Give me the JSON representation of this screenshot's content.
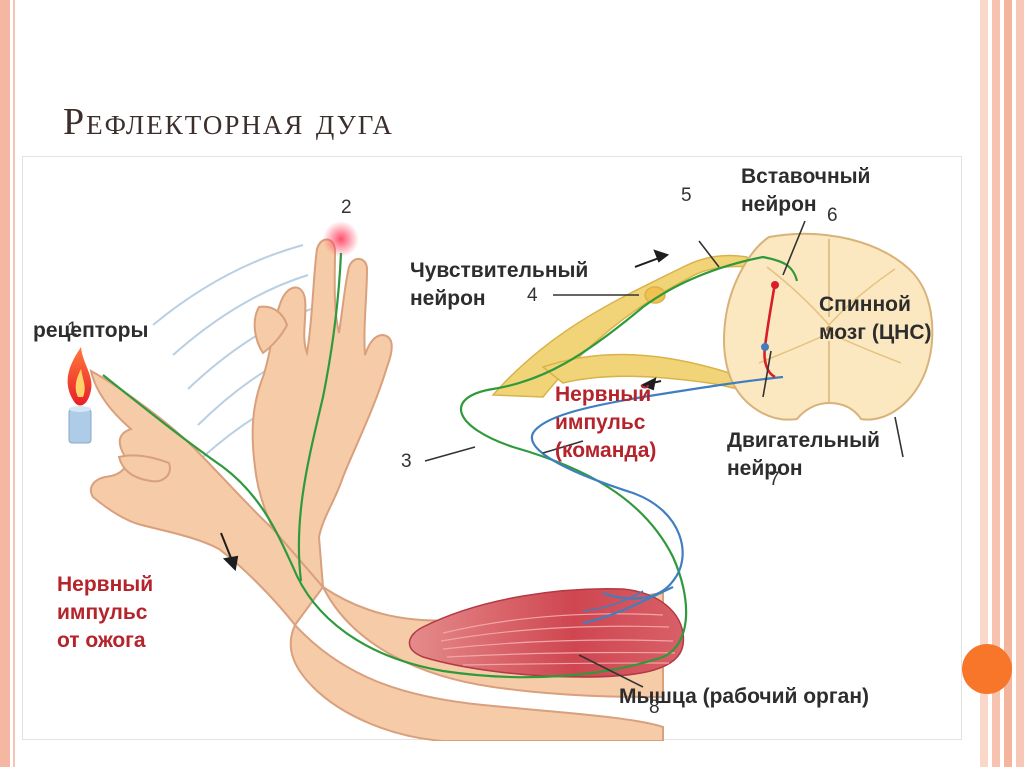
{
  "slide": {
    "title": "Рефлекторная дуга"
  },
  "labels": {
    "receptors": "рецепторы",
    "sensory_neuron": [
      "Чувствительный",
      "нейрон"
    ],
    "interneuron": [
      "Вставочный",
      "нейрон"
    ],
    "spinal_cord": [
      "Спинной",
      "мозг (ЦНС)"
    ],
    "motor_neuron": [
      "Двигательный",
      "нейрон"
    ],
    "impulse_command": [
      "Нервный",
      "импульс",
      "(команда)"
    ],
    "impulse_burn": [
      "Нервный",
      "импульс",
      "от ожога"
    ],
    "muscle": "Мышца (рабочий орган)"
  },
  "numbers": [
    "1",
    "2",
    "3",
    "4",
    "5",
    "6",
    "7",
    "8"
  ],
  "colors": {
    "sensory_path": "#2f9a3c",
    "motor_path": "#3f7fc0",
    "interneuron_path": "#d81e2a",
    "nerve_fibers": "#f2d478",
    "spinal_cord": "#fbe8c0",
    "skin": "#f6cba8",
    "muscle": "#d2545a",
    "red_text": "#b5232b",
    "accent_orange": "#f7762a"
  }
}
